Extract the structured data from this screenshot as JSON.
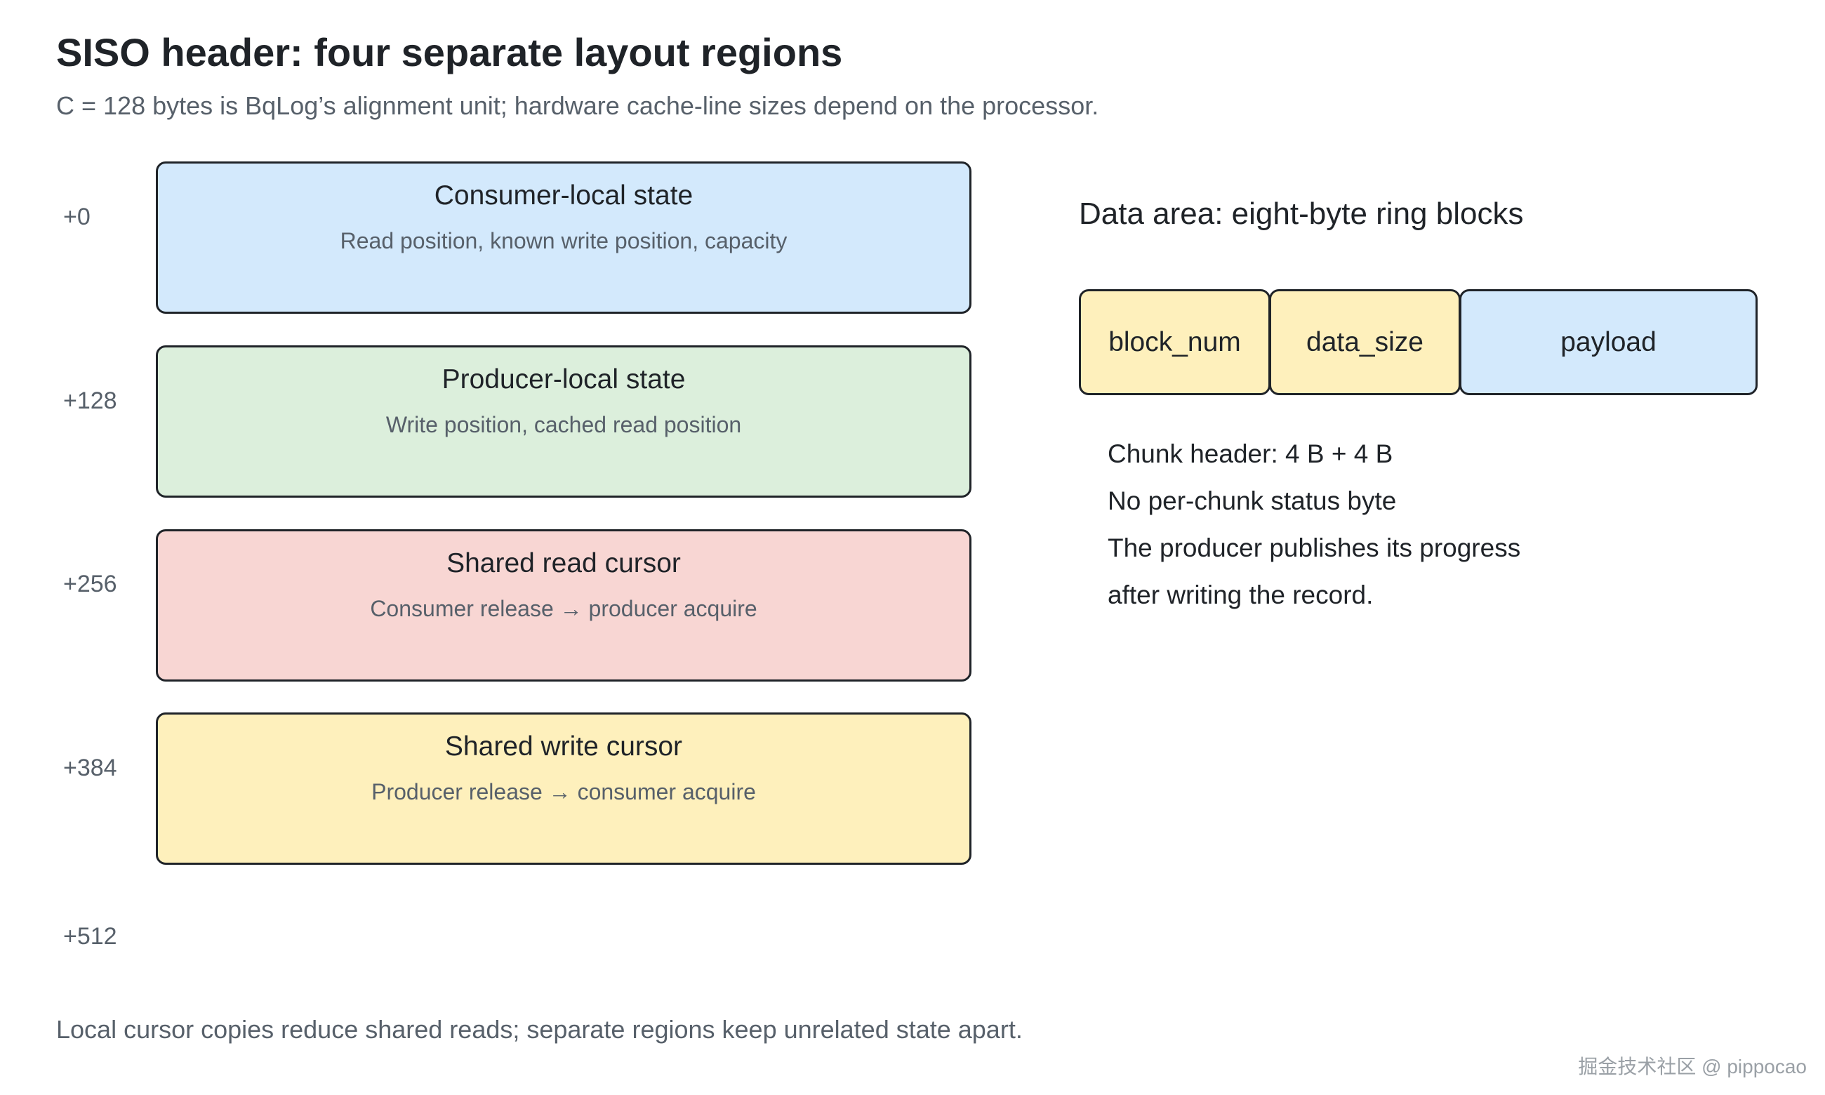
{
  "header": {
    "title": "SISO header: four separate layout regions",
    "subtitle": "C = 128 bytes is BqLog’s alignment unit; hardware cache-line sizes depend on the processor."
  },
  "offsets": [
    "+0",
    "+128",
    "+256",
    "+384",
    "+512"
  ],
  "regions": [
    {
      "title": "Consumer-local state",
      "desc": "Read position, known write position, capacity",
      "color": "#d3e9fc"
    },
    {
      "title": "Producer-local state",
      "desc": "Write position, cached read position",
      "color": "#dcefdc"
    },
    {
      "title": "Shared read cursor",
      "desc": "Consumer release → producer acquire",
      "color": "#f8d6d3"
    },
    {
      "title": "Shared write cursor",
      "desc": "Producer release → consumer acquire",
      "color": "#fef0bc"
    }
  ],
  "data_area": {
    "title": "Data area: eight-byte ring blocks",
    "blocks": [
      {
        "label": "block_num",
        "color": "#fef0bc"
      },
      {
        "label": "data_size",
        "color": "#fef0bc"
      },
      {
        "label": "payload",
        "color": "#d3e9fc"
      }
    ],
    "notes": [
      "Chunk header: 4 B + 4 B",
      "No per-chunk status byte",
      "The producer publishes its progress",
      "after writing the record."
    ]
  },
  "footer": "Local cursor copies reduce shared reads; separate regions keep unrelated state apart.",
  "watermark": "掘金技术社区 @ pippocao"
}
